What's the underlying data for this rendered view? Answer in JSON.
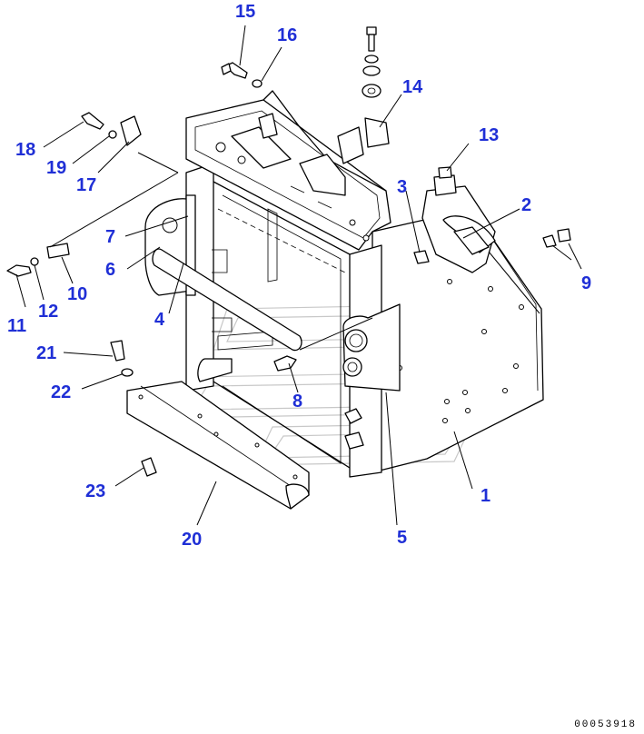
{
  "diagram": {
    "callouts": [
      "1",
      "2",
      "3",
      "4",
      "5",
      "6",
      "7",
      "8",
      "9",
      "10",
      "11",
      "12",
      "13",
      "14",
      "15",
      "16",
      "17",
      "18",
      "19",
      "20",
      "21",
      "22",
      "23"
    ],
    "drawing_code": "00053918"
  }
}
